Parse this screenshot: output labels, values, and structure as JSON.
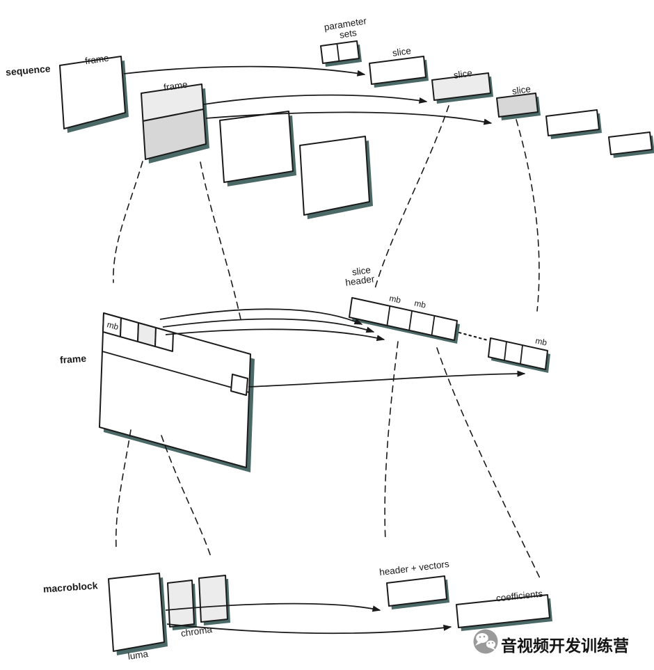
{
  "colors": {
    "background": "#ffffff",
    "stroke": "#1a1a1a",
    "shadow": "#4a6967",
    "shape_fill": "#ffffff",
    "fill_light": "#ececec",
    "fill_mid": "#d7d7d7",
    "watermark_icon": "#9a9a9a",
    "watermark_text": "#141414"
  },
  "sequence_level": {
    "label": "sequence",
    "frame1_label": "frame",
    "frame2_label": "frame",
    "parameter_sets_line1": "parameter",
    "parameter_sets_line2": "sets",
    "slice1_label": "slice",
    "slice2_label": "slice",
    "slice3_label": "slice"
  },
  "frame_level": {
    "label": "frame",
    "mb_cell_label": "mb",
    "slice_header_line1": "slice",
    "slice_header_line2": "header",
    "mb1_label": "mb",
    "mb2_label": "mb",
    "mb3_label": "mb"
  },
  "macroblock_level": {
    "label": "macroblock",
    "luma_label": "luma",
    "chroma_label": "chroma",
    "header_vectors_label": "header + vectors",
    "coefficients_label": "coefficients"
  },
  "watermark": {
    "text": "音视频开发训练营"
  }
}
